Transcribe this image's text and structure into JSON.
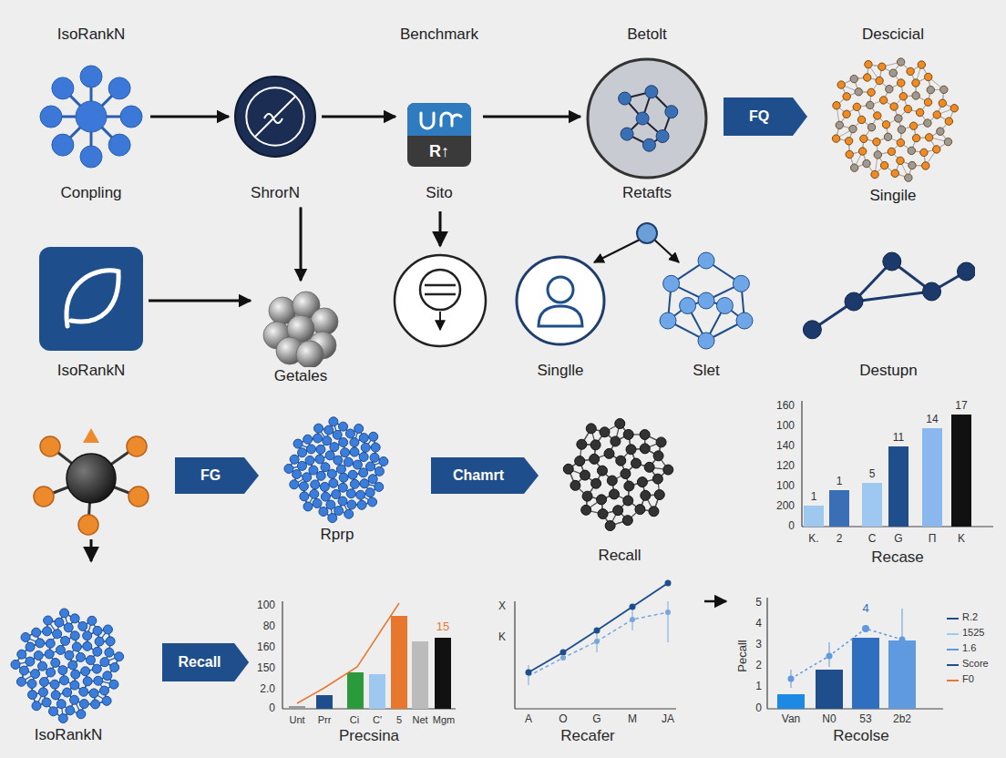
{
  "diagram": {
    "nodes": [
      {
        "text": [
          "IsoRankN",
          "Conpling"
        ]
      },
      {
        "text": [
          "ShrorN"
        ]
      },
      {
        "text": [
          "Benchmark",
          "Sito"
        ]
      },
      {
        "text": [
          "Betolt",
          "Retafts"
        ]
      },
      {
        "text": [
          "FQ"
        ]
      },
      {
        "text": [
          "Descicial",
          "Singile"
        ]
      },
      {
        "text": [
          "IsoRankN"
        ]
      },
      {
        "text": [
          "Getales"
        ]
      },
      {
        "text": [
          "Singlle"
        ]
      },
      {
        "text": [
          "Slet"
        ]
      },
      {
        "text": [
          "Destupn"
        ]
      },
      {
        "text": [
          "FG"
        ]
      },
      {
        "text": [
          "Rprp"
        ]
      },
      {
        "text": [
          "Chamrt"
        ]
      },
      {
        "text": [
          "Recall"
        ]
      },
      {
        "text": [
          "IsoRankN"
        ]
      },
      {
        "text": [
          "Recall"
        ]
      }
    ],
    "edges": [
      {
        "from": 0,
        "to": 1,
        "arrow": "to"
      },
      {
        "from": 1,
        "to": 2,
        "arrow": "to"
      },
      {
        "from": 2,
        "to": 3,
        "arrow": "to"
      },
      {
        "from": 1,
        "to": 7,
        "arrow": "to"
      },
      {
        "from": 6,
        "to": 7,
        "arrow": "to"
      }
    ],
    "labels": [
      "R↑",
      "160",
      "100",
      "140",
      "120",
      "100",
      "200",
      "0",
      "1",
      "1",
      "5",
      "11",
      "14",
      "17",
      "K.",
      "2",
      "C",
      "G",
      "Π",
      "K",
      "Recase",
      "100",
      "80",
      "160",
      "150",
      "2.0",
      "0",
      "15",
      "Unt",
      "Prr",
      "Ci",
      "C'",
      "5",
      "Net",
      "Mgm",
      "Precsina",
      "X",
      "K",
      "A",
      "O",
      "G",
      "M",
      "JA",
      "Recafer",
      "5",
      "4",
      "3",
      "2",
      "1",
      "0",
      "Pecall",
      "4",
      "Van",
      "N0",
      "53",
      "2b2",
      "Recolse"
    ],
    "legend": [
      {
        "text": "R.2"
      },
      {
        "text": "1525"
      },
      {
        "text": "1.6"
      },
      {
        "text": "Score"
      },
      {
        "text": "F0"
      }
    ]
  }
}
